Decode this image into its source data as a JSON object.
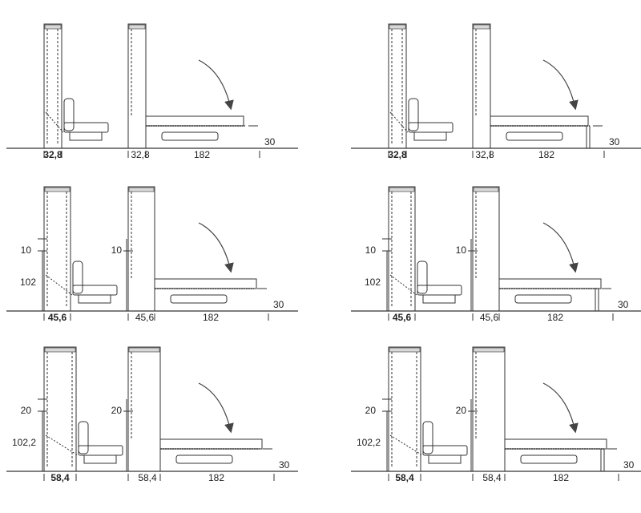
{
  "panels": [
    {
      "id": "row1-left",
      "closed": {
        "depth_label": "32,8",
        "depth_bold": true,
        "heights": null
      },
      "open": {
        "depth_label": "32,8",
        "length_label": "182",
        "clearance_label": "30",
        "side_label": null
      }
    },
    {
      "id": "row1-right",
      "closed": {
        "depth_label": "32,8",
        "depth_bold": true,
        "heights": null
      },
      "open": {
        "depth_label": "32,8",
        "length_label": "182",
        "clearance_label": "30",
        "side_label": null
      }
    },
    {
      "id": "row2-left",
      "closed": {
        "depth_label": "45,6",
        "depth_bold": true,
        "heights": {
          "top": "10",
          "main": "102"
        }
      },
      "open": {
        "depth_label": "45,6",
        "length_label": "182",
        "clearance_label": "30",
        "side_label": "10"
      }
    },
    {
      "id": "row2-right",
      "closed": {
        "depth_label": "45,6",
        "depth_bold": true,
        "heights": {
          "top": "10",
          "main": "102"
        }
      },
      "open": {
        "depth_label": "45,6",
        "length_label": "182",
        "clearance_label": "30",
        "side_label": "10"
      }
    },
    {
      "id": "row3-left",
      "closed": {
        "depth_label": "58,4",
        "depth_bold": true,
        "heights": {
          "top": "20",
          "main": "102,2"
        }
      },
      "open": {
        "depth_label": "58,4",
        "length_label": "182",
        "clearance_label": "30",
        "side_label": "20"
      }
    },
    {
      "id": "row3-right",
      "closed": {
        "depth_label": "58,4",
        "depth_bold": true,
        "heights": {
          "top": "20",
          "main": "102,2"
        }
      },
      "open": {
        "depth_label": "58,4",
        "length_label": "182",
        "clearance_label": "30",
        "side_label": "20"
      }
    }
  ]
}
